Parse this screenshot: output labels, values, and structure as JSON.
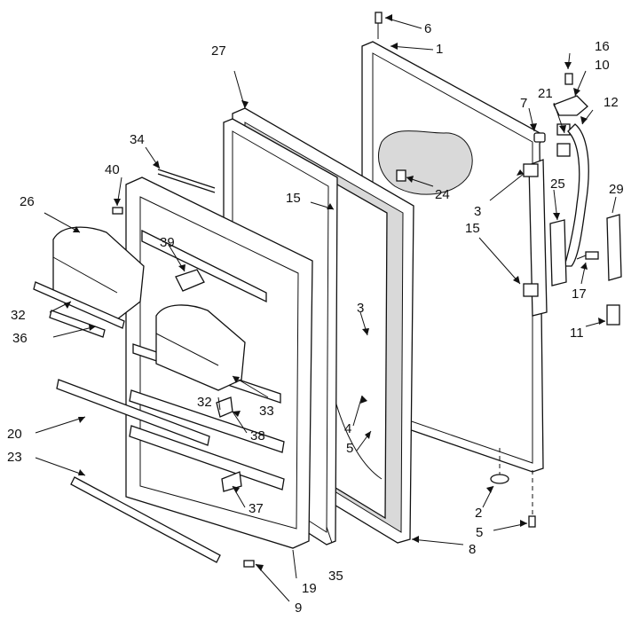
{
  "diagram": {
    "callouts": [
      {
        "id": "c1",
        "label": "1"
      },
      {
        "id": "c2",
        "label": "2"
      },
      {
        "id": "c3a",
        "label": "3"
      },
      {
        "id": "c3b",
        "label": "3"
      },
      {
        "id": "c4",
        "label": "4"
      },
      {
        "id": "c5a",
        "label": "5"
      },
      {
        "id": "c5b",
        "label": "5"
      },
      {
        "id": "c6",
        "label": "6"
      },
      {
        "id": "c7",
        "label": "7"
      },
      {
        "id": "c8",
        "label": "8"
      },
      {
        "id": "c9",
        "label": "9"
      },
      {
        "id": "c10",
        "label": "10"
      },
      {
        "id": "c11",
        "label": "11"
      },
      {
        "id": "c12",
        "label": "12"
      },
      {
        "id": "c15a",
        "label": "15"
      },
      {
        "id": "c15b",
        "label": "15"
      },
      {
        "id": "c16",
        "label": "16"
      },
      {
        "id": "c17",
        "label": "17"
      },
      {
        "id": "c19",
        "label": "19"
      },
      {
        "id": "c20",
        "label": "20"
      },
      {
        "id": "c21",
        "label": "21"
      },
      {
        "id": "c23",
        "label": "23"
      },
      {
        "id": "c24",
        "label": "24"
      },
      {
        "id": "c25",
        "label": "25"
      },
      {
        "id": "c26",
        "label": "26"
      },
      {
        "id": "c27",
        "label": "27"
      },
      {
        "id": "c29",
        "label": "29"
      },
      {
        "id": "c32a",
        "label": "32"
      },
      {
        "id": "c32b",
        "label": "32"
      },
      {
        "id": "c33",
        "label": "33"
      },
      {
        "id": "c34",
        "label": "34"
      },
      {
        "id": "c35",
        "label": "35"
      },
      {
        "id": "c36",
        "label": "36"
      },
      {
        "id": "c37",
        "label": "37"
      },
      {
        "id": "c38",
        "label": "38"
      },
      {
        "id": "c39",
        "label": "39"
      },
      {
        "id": "c40",
        "label": "40"
      }
    ]
  }
}
